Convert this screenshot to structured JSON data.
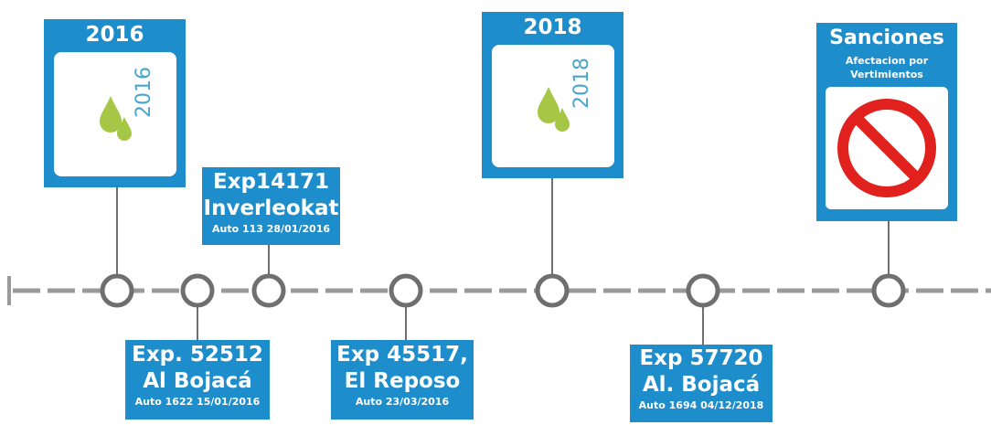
{
  "colors": {
    "box_blue": "#1e8dcc",
    "axis_gray": "#9a9a9a",
    "node_stroke": "#6f6f6f",
    "drop_green": "#a6c646",
    "year_blue": "#4aa6cf",
    "forbidden_red": "#e0211d"
  },
  "cards": {
    "c2016": {
      "title": "2016",
      "logo_year": "2016"
    },
    "c2018": {
      "title": "2018",
      "logo_year": "2018"
    },
    "sanciones": {
      "title": "Sanciones",
      "subtitle_line1": "Afectacion por",
      "subtitle_line2": "Vertimientos",
      "icon": "forbidden-icon"
    }
  },
  "boxes": {
    "exp14171": {
      "line1": "Exp14171",
      "line2": "Inverleokat",
      "line3": "Auto 113 28/01/2016"
    },
    "exp52512": {
      "line1": "Exp. 52512",
      "line2": "Al Bojacá",
      "line3": "Auto 1622 15/01/2016"
    },
    "exp45517": {
      "line1": "Exp 45517,",
      "line2": "El Reposo",
      "line3": "Auto 23/03/2016"
    },
    "exp57720": {
      "line1": "Exp 57720",
      "line2": "Al. Bojacá",
      "line3": "Auto 1694 04/12/2018"
    }
  }
}
